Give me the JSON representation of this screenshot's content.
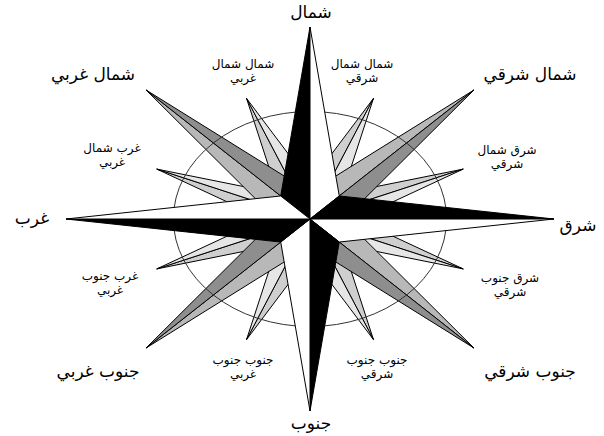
{
  "diagram": {
    "labels": [
      "شمال",
      "شمال شمال شرقي",
      "شمال شرقي",
      "شرق شمال شرقي",
      "شرق",
      "شرق جنوب شرقي",
      "جنوب شرقي",
      "جنوب جنوب شرقي",
      "جنوب",
      "جنوب جنوب غربي",
      "جنوب غربي",
      "غرب جنوب غربي",
      "غرب",
      "غرب شمال غربي",
      "شمال غربي",
      "شمال شمال غربي"
    ]
  }
}
